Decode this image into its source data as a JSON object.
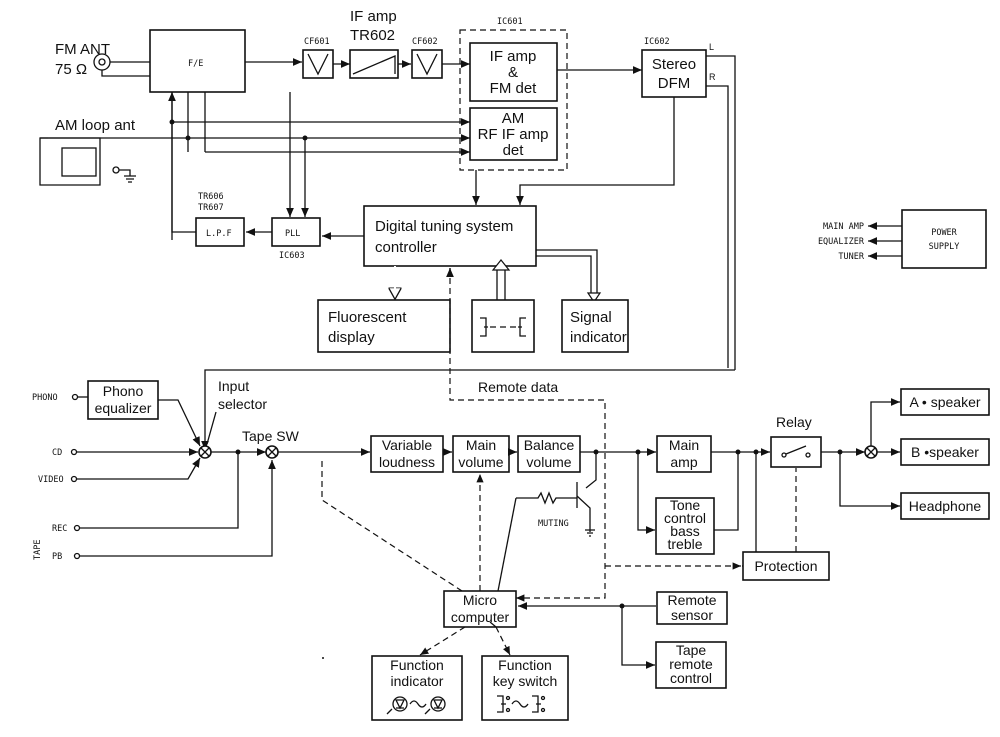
{
  "tuner": {
    "fm_ant": "FM ANT",
    "ohms": "75 Ω",
    "fe": "F/E",
    "cf601": "CF601",
    "if_amp": "IF amp",
    "tr602": "TR602",
    "cf602": "CF602",
    "ic601": "IC601",
    "if_amp_fm1": "IF amp",
    "if_amp_fm2": "&",
    "if_amp_fm3": "FM det",
    "am1": "AM",
    "am2": "RF IF amp",
    "am3": "det",
    "ic602": "IC602",
    "stereo1": "Stereo",
    "stereo2": "DFM",
    "l": "L",
    "r": "R",
    "am_loop": "AM loop ant",
    "tr606": "TR606",
    "tr607": "TR607",
    "lpf": "L.P.F",
    "pll": "PLL",
    "ic603": "IC603",
    "dts1": "Digital tuning system",
    "dts2": "controller",
    "fluor1": "Fluorescent",
    "fluor2": "display",
    "sig1": "Signal",
    "sig2": "indicator"
  },
  "power": {
    "main_amp": "MAIN AMP",
    "equalizer": "EQUALIZER",
    "tuner": "TUNER",
    "supply1": "POWER",
    "supply2": "SUPPLY"
  },
  "amp": {
    "remote_data": "Remote data",
    "phono": "PHONO",
    "phono_eq1": "Phono",
    "phono_eq2": "equalizer",
    "input_sel1": "Input",
    "input_sel2": "selector",
    "cd": "CD",
    "video": "VIDEO",
    "tape": "TAPE",
    "rec": "REC",
    "pb": "PB",
    "tape_sw": "Tape SW",
    "var1": "Variable",
    "var2": "loudness",
    "mv1": "Main",
    "mv2": "volume",
    "bv1": "Balance",
    "bv2": "volume",
    "muting": "MUTING",
    "main_amp1": "Main",
    "main_amp2": "amp",
    "tone1": "Tone",
    "tone2": "control",
    "tone3": "bass",
    "tone4": "treble",
    "relay": "Relay",
    "protection": "Protection",
    "a_spk": "A • speaker",
    "b_spk": "B •speaker",
    "headphone": "Headphone",
    "micro1": "Micro",
    "micro2": "computer",
    "remote_sensor1": "Remote",
    "remote_sensor2": "sensor",
    "tape_rc1": "Tape",
    "tape_rc2": "remote",
    "tape_rc3": "control",
    "func_ind1": "Function",
    "func_ind2": "indicator",
    "func_key1": "Function",
    "func_key2": "key switch"
  }
}
